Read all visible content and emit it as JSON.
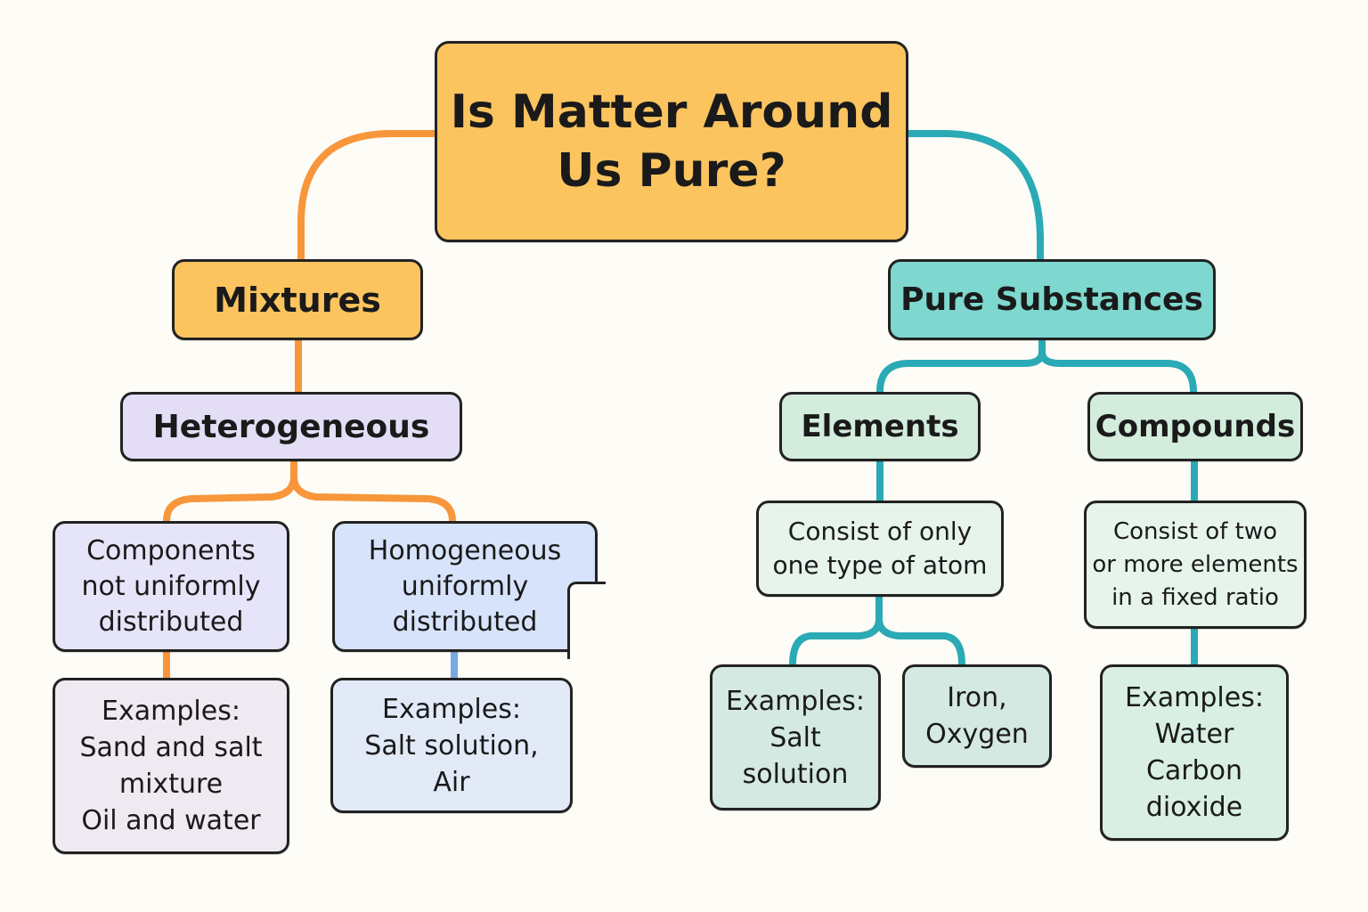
{
  "title": "Is Matter Around Us Pure?",
  "colors": {
    "background": "#fdfcf7",
    "mixtures_branch": "#f7963a",
    "pure_branch": "#2aaab5",
    "homogeneous_link": "#7aa8e0",
    "root_fill": "#fbc45f",
    "pure_fill": "#7ed8cf"
  },
  "nodes": {
    "root": "Is Matter Around\nUs Pure?",
    "mixtures": "Mixtures",
    "pure_substances": "Pure Substances",
    "heterogeneous": "Heterogeneous",
    "elements": "Elements",
    "compounds": "Compounds",
    "heterogeneous_desc": "Components\nnot uniformly\ndistributed",
    "homogeneous_desc": "Homogeneous\nuniformly\ndistributed",
    "heterogeneous_examples": "Examples:\nSand and salt\nmixture\nOil and water",
    "homogeneous_examples": "Examples:\nSalt solution,\nAir",
    "elements_desc": "Consist of only\none type of atom",
    "compounds_desc": "Consist of two\nor more elements\nin a fixed ratio",
    "elements_examples_a": "Examples:\nSalt\nsolution",
    "elements_examples_b": "Iron,\nOxygen",
    "compounds_examples": "Examples:\nWater\nCarbon\ndioxide"
  }
}
